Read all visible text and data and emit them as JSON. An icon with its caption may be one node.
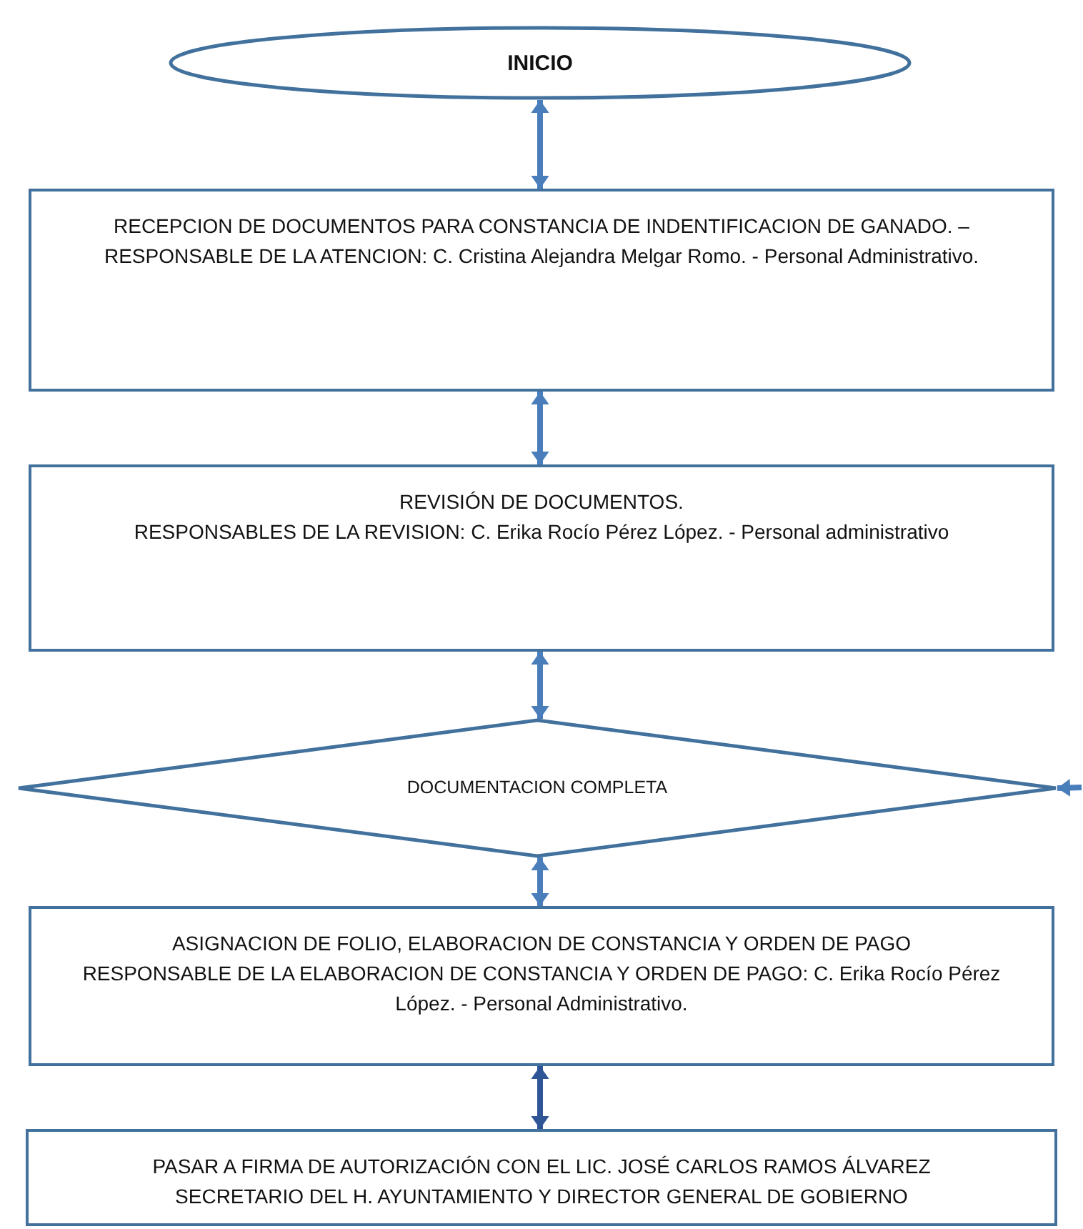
{
  "diagram": {
    "nodes": [
      {
        "text": [
          "INICIO"
        ]
      },
      {
        "text": [
          "RECEPCION DE DOCUMENTOS PARA CONSTANCIA DE INDENTIFICACION DE GANADO. – RESPONSABLE DE LA ATENCION: C. Cristina Alejandra Melgar Romo. - Personal Administrativo."
        ]
      },
      {
        "text": [
          "REVISIÓN DE DOCUMENTOS.",
          "RESPONSABLES DE LA REVISION: C. Erika Rocío Pérez López. - Personal administrativo"
        ]
      },
      {
        "text": [
          "DOCUMENTACION COMPLETA"
        ]
      },
      {
        "text": [
          "ASIGNACION DE FOLIO, ELABORACION DE CONSTANCIA Y ORDEN DE PAGO",
          "RESPONSABLE DE LA ELABORACION DE CONSTANCIA Y ORDEN DE PAGO: C. Erika Rocío Pérez López. - Personal Administrativo."
        ]
      },
      {
        "text": [
          "PASAR A FIRMA DE AUTORIZACIÓN CON EL LIC. JOSÉ CARLOS RAMOS ÁLVAREZ",
          "SECRETARIO DEL H. AYUNTAMIENTO Y DIRECTOR GENERAL DE GOBIERNO"
        ]
      }
    ],
    "edges": [
      {
        "from": 0,
        "to": 1,
        "arrow": "both"
      },
      {
        "from": 1,
        "to": 2,
        "arrow": "both"
      },
      {
        "from": 2,
        "to": 3,
        "arrow": "both"
      },
      {
        "from": 3,
        "to": 4,
        "arrow": "both"
      },
      {
        "from": 4,
        "to": 5,
        "arrow": "both",
        "color": "#2f5597"
      },
      {
        "from": null,
        "to": 3,
        "arrow": "to"
      }
    ]
  }
}
